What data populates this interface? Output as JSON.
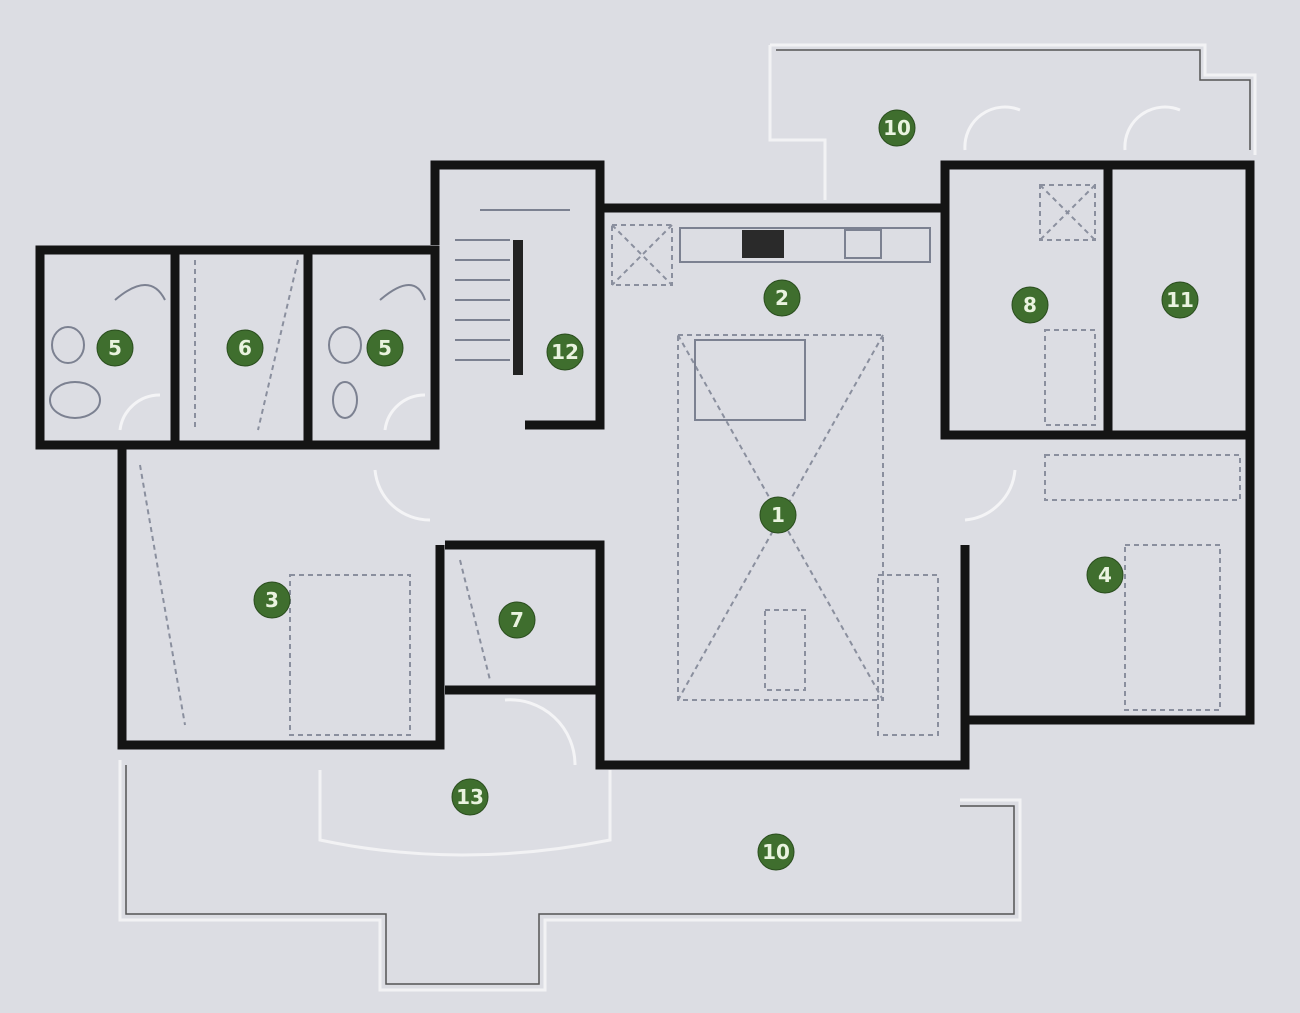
{
  "colors": {
    "background": "#dcdde3",
    "wall": "#141414",
    "marker_fill": "#3f6e2e",
    "marker_text": "#e9f3df"
  },
  "rooms": [
    {
      "id": "m1",
      "label": "1"
    },
    {
      "id": "m2",
      "label": "2"
    },
    {
      "id": "m3",
      "label": "3"
    },
    {
      "id": "m4",
      "label": "4"
    },
    {
      "id": "m5a",
      "label": "5"
    },
    {
      "id": "m5b",
      "label": "5"
    },
    {
      "id": "m6",
      "label": "6"
    },
    {
      "id": "m7",
      "label": "7"
    },
    {
      "id": "m8",
      "label": "8"
    },
    {
      "id": "m10a",
      "label": "10"
    },
    {
      "id": "m10b",
      "label": "10"
    },
    {
      "id": "m11",
      "label": "11"
    },
    {
      "id": "m12",
      "label": "12"
    },
    {
      "id": "m13",
      "label": "13"
    }
  ]
}
